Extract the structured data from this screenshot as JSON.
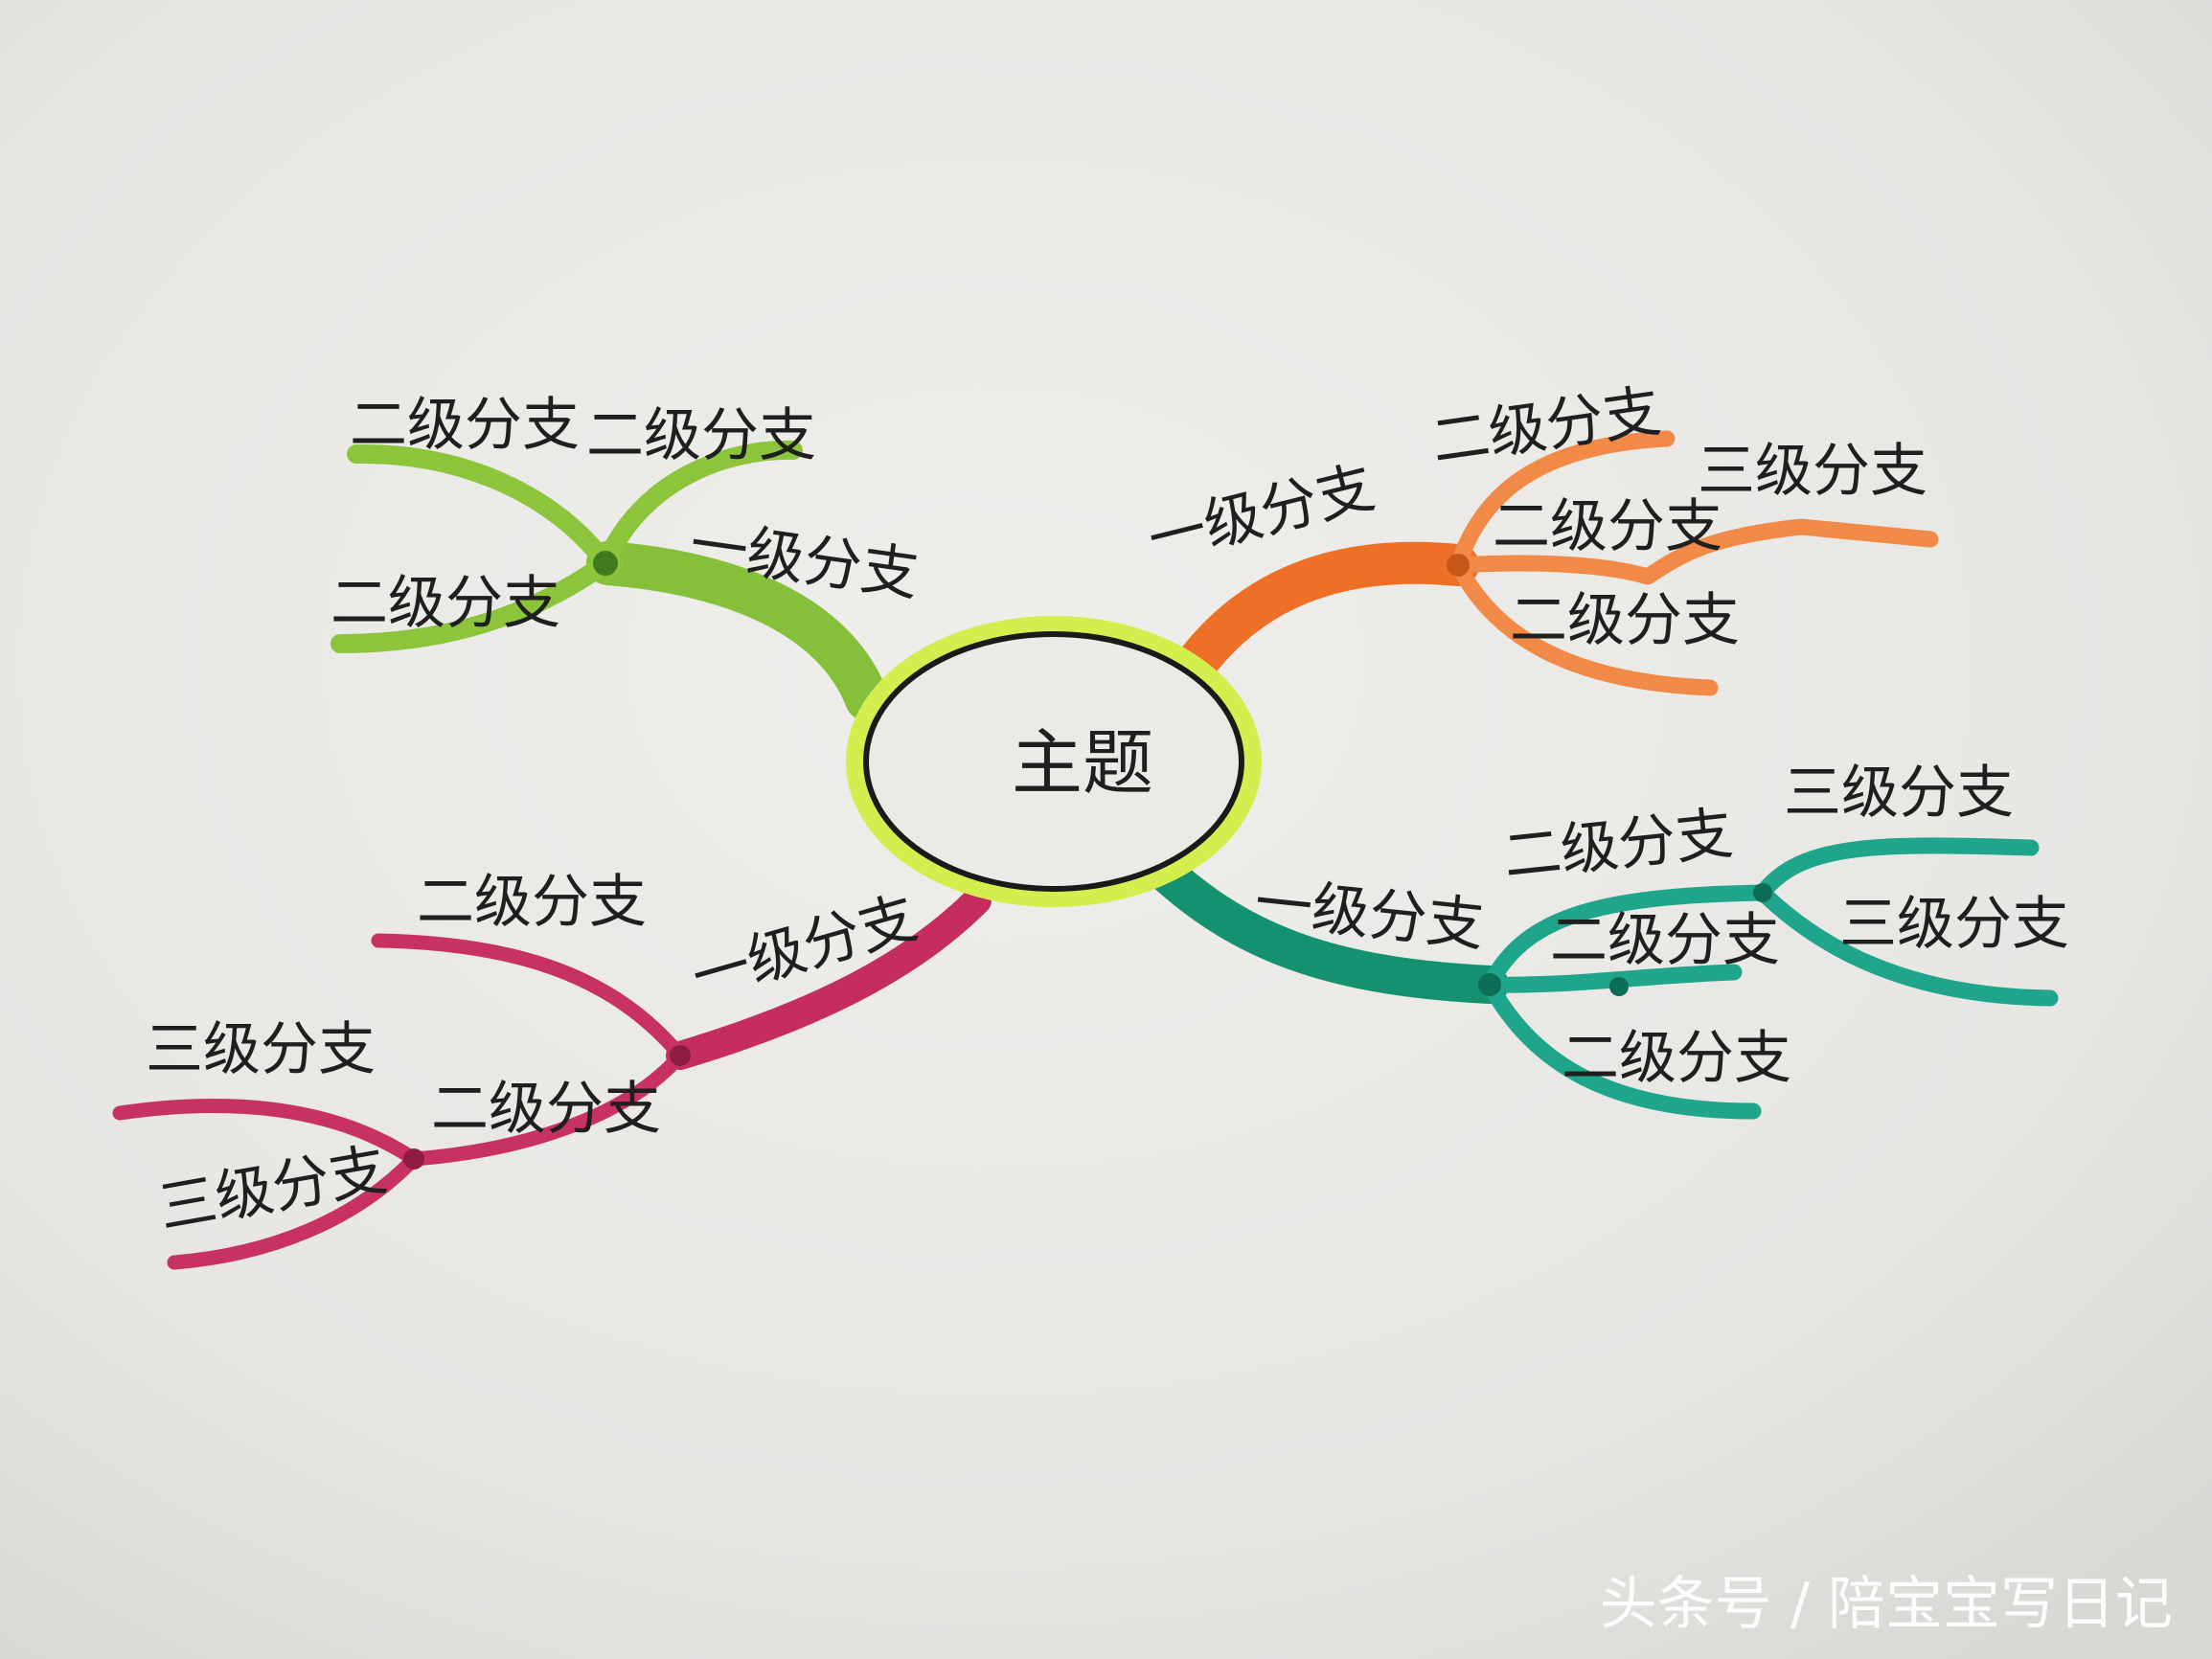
{
  "center": {
    "label": "主题"
  },
  "labels": {
    "level1_a": "一级分支",
    "level1_b": "一级分支",
    "level1_c": "一级分支",
    "level1_d": "一级分支",
    "level2": "二级分支",
    "level3": "三级分支"
  },
  "colors": {
    "paper": "#e9e8e5",
    "green": "#8cc43c",
    "orange": "#ef7a30",
    "teal": "#1ea58c",
    "crimson": "#c83262",
    "center_ring": "#d3ef4e",
    "center_stroke": "#1a1a1a"
  },
  "watermark": "头条号 / 陪宝宝写日记"
}
